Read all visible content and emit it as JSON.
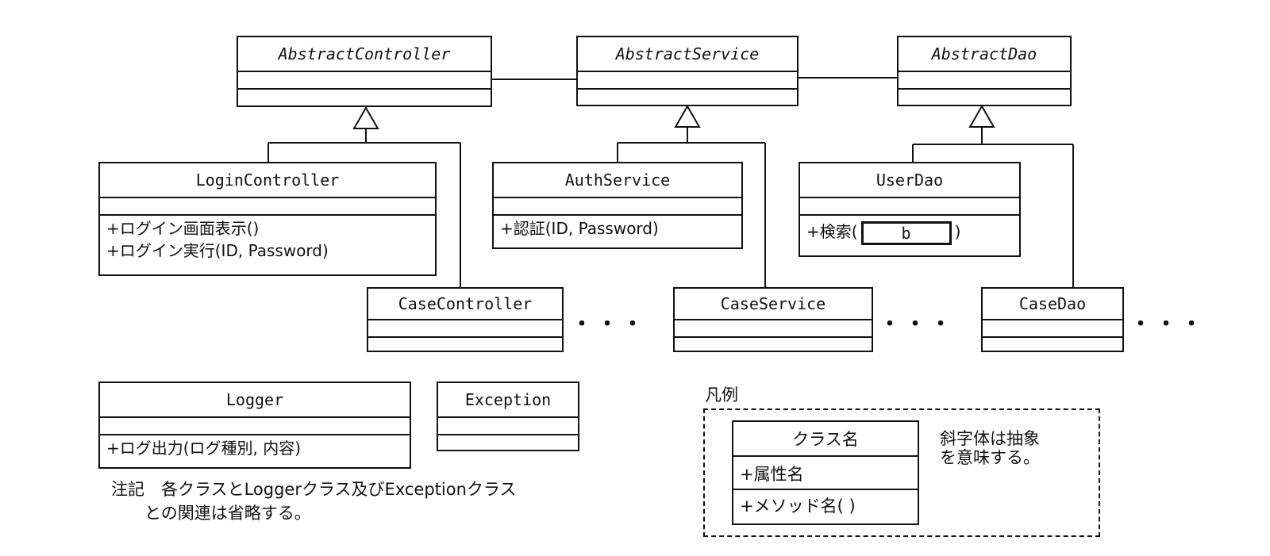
{
  "diagram": {
    "classes": {
      "abstract_controller": {
        "name": "AbstractController",
        "abstract": true
      },
      "abstract_service": {
        "name": "AbstractService",
        "abstract": true
      },
      "abstract_dao": {
        "name": "AbstractDao",
        "abstract": true
      },
      "login_controller": {
        "name": "LoginController",
        "operations": [
          "+ログイン画面表示()",
          "+ログイン実行(ID, Password)"
        ]
      },
      "auth_service": {
        "name": "AuthService",
        "operations": [
          "+認証(ID, Password)"
        ]
      },
      "user_dao": {
        "name": "UserDao",
        "operation_prefix": "+検索(",
        "operation_blank": "b",
        "operation_suffix": ")"
      },
      "case_controller": {
        "name": "CaseController"
      },
      "case_service": {
        "name": "CaseService"
      },
      "case_dao": {
        "name": "CaseDao"
      },
      "logger": {
        "name": "Logger",
        "operations": [
          "+ログ出力(ログ種別, 内容)"
        ]
      },
      "exception": {
        "name": "Exception"
      }
    },
    "ellipsis": "・・・",
    "note": {
      "line1": "注記　各クラスとLoggerクラス及びExceptionクラス",
      "line2": "との関連は省略する。"
    },
    "legend": {
      "title": "凡例",
      "class_name": "クラス名",
      "attribute": "+属性名",
      "method": "+メソッド名( )",
      "description_line1": "斜字体は抽象",
      "description_line2": "を意味する。"
    }
  }
}
